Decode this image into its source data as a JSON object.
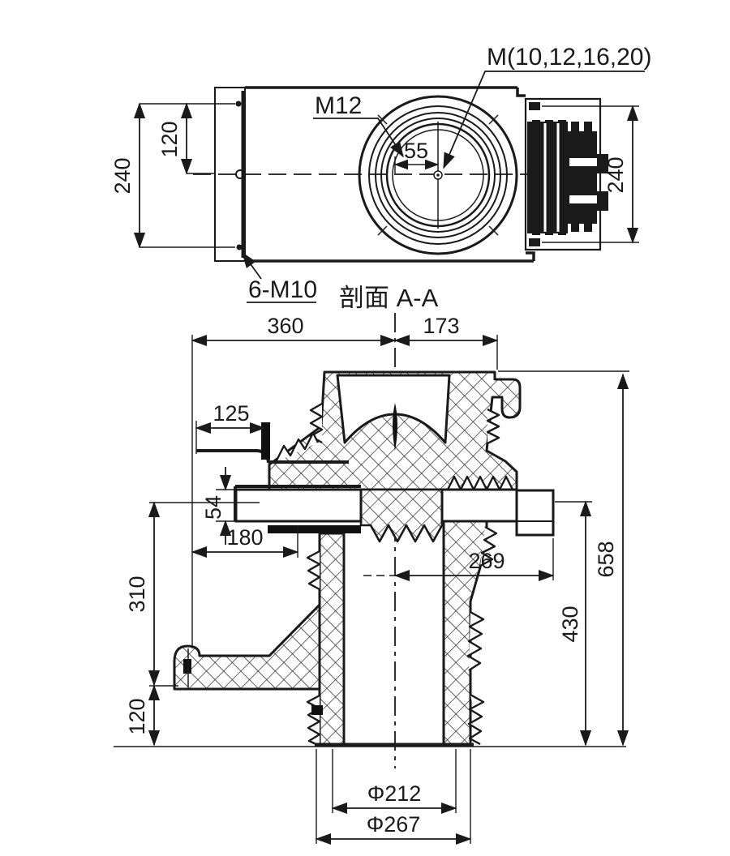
{
  "drawing": {
    "ink_color": "#1a1a1a",
    "top_view": {
      "thread_label": "M12",
      "stud_options_label": "M(10,12,16,20)",
      "bolt_pattern_label": "6-M10",
      "dim_55": "55",
      "dim_120": "120",
      "dim_240_left": "240",
      "dim_240_right": "240"
    },
    "section_view": {
      "title": "剖面 A-A",
      "dim_360": "360",
      "dim_173": "173",
      "dim_125": "125",
      "dim_54": "54",
      "dim_180": "180",
      "dim_310": "310",
      "dim_120": "120",
      "dim_269": "269",
      "dim_430": "430",
      "dim_658": "658",
      "dim_dia_212": "Φ212",
      "dim_dia_267": "Φ267"
    }
  }
}
